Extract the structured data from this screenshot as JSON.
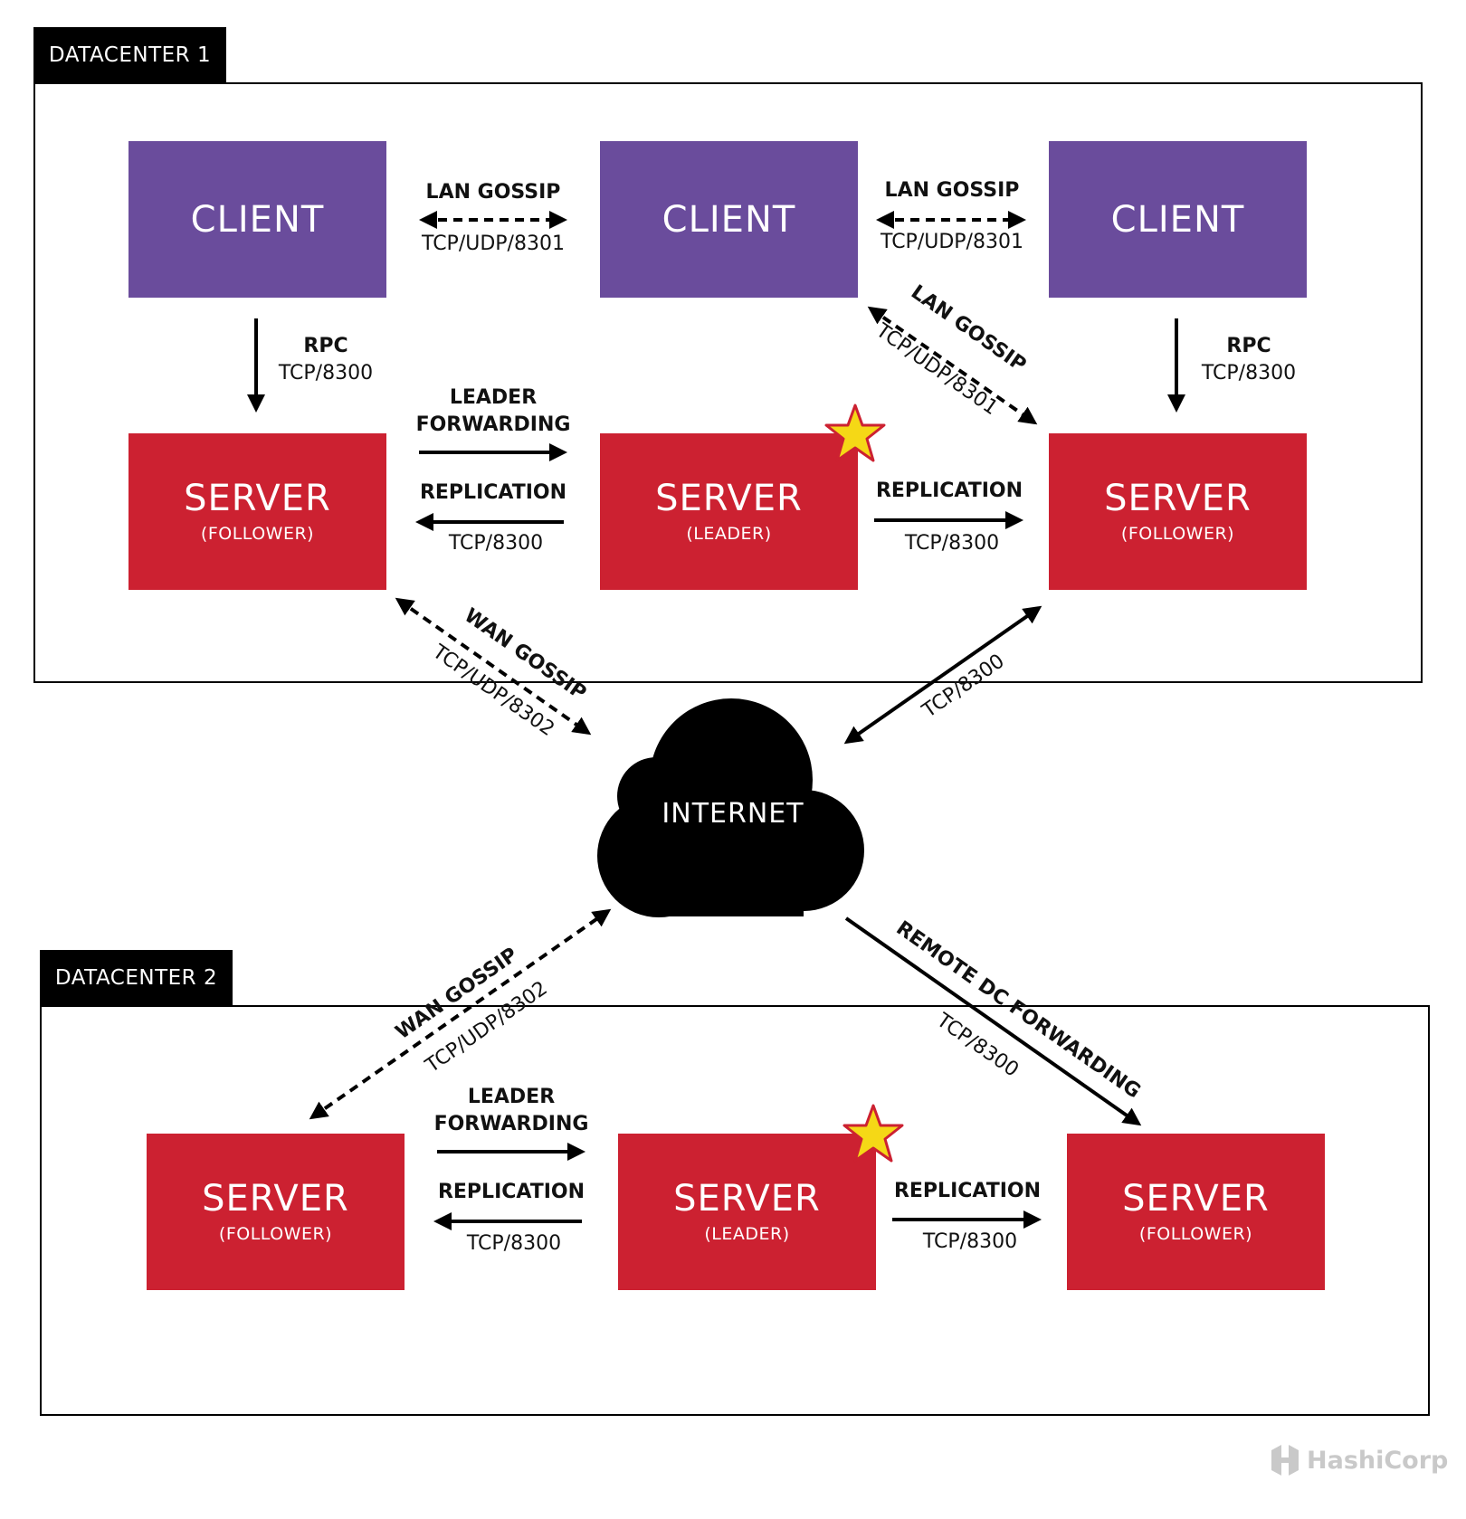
{
  "datacenters": [
    {
      "label": "DATACENTER 1"
    },
    {
      "label": "DATACENTER 2"
    }
  ],
  "dc1": {
    "clients": [
      {
        "title": "CLIENT"
      },
      {
        "title": "CLIENT"
      },
      {
        "title": "CLIENT"
      }
    ],
    "servers": [
      {
        "title": "SERVER",
        "role": "(FOLLOWER)"
      },
      {
        "title": "SERVER",
        "role": "(LEADER)"
      },
      {
        "title": "SERVER",
        "role": "(FOLLOWER)"
      }
    ]
  },
  "dc2": {
    "servers": [
      {
        "title": "SERVER",
        "role": "(FOLLOWER)"
      },
      {
        "title": "SERVER",
        "role": "(LEADER)"
      },
      {
        "title": "SERVER",
        "role": "(FOLLOWER)"
      }
    ]
  },
  "labels": {
    "lan_gossip": "LAN GOSSIP",
    "tcp_udp_8301": "TCP/UDP/8301",
    "rpc": "RPC",
    "tcp_8300": "TCP/8300",
    "leader": "LEADER",
    "forwarding": "FORWARDING",
    "replication": "REPLICATION",
    "wan_gossip": "WAN GOSSIP",
    "tcp_udp_8302": "TCP/UDP/8302",
    "remote_dc_forwarding": "REMOTE DC FORWARDING"
  },
  "internet": {
    "label": "INTERNET"
  },
  "brand": {
    "name": "HashiCorp"
  },
  "colors": {
    "client": "#6a4c9c",
    "server": "#cc2131",
    "star_fill": "#f5d816",
    "star_stroke": "#cc2131",
    "ink": "#000000"
  }
}
